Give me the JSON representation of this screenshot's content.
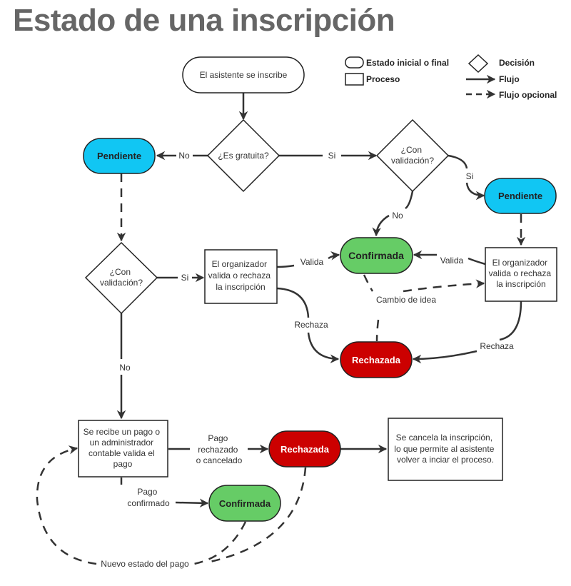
{
  "title": "Estado de una inscripción",
  "colors": {
    "pendiente": "#11c6f3",
    "confirmada": "#66cc66",
    "rechazada": "#cc0000",
    "line": "#333333"
  },
  "legend": {
    "terminal": "Estado inicial o final",
    "process": "Proceso",
    "decision": "Decisión",
    "flow": "Flujo",
    "optional_flow": "Flujo opcional"
  },
  "nodes": {
    "start": "El asistente se inscribe",
    "is_free": "¿Es gratuita?",
    "validation_top": [
      "¿Con",
      "validación?"
    ],
    "pending_left": "Pendiente",
    "pending_right": "Pendiente",
    "validation_left": [
      "¿Con",
      "validación?"
    ],
    "organizer_left": [
      "El organizador",
      "valida o rechaza",
      "la inscripción"
    ],
    "confirmed_top": "Confirmada",
    "organizer_right": [
      "El organizador",
      "valida o rechaza",
      "la inscripción"
    ],
    "rejected_mid": "Rechazada",
    "payment": [
      "Se recibe un pago o",
      "un administrador",
      "contable valida el",
      "pago"
    ],
    "rejected_bottom": "Rechazada",
    "cancel": [
      "Se cancela la inscripción,",
      "lo que permite al asistente",
      "volver a inciar el proceso."
    ],
    "confirmed_bottom": "Confirmada"
  },
  "edges": {
    "no_free": "No",
    "yes_free": "Si",
    "yes_validation_top": "Si",
    "no_validation_top": "No",
    "yes_validation_left": "Si",
    "no_validation_left": "No",
    "valida_left": "Valida",
    "valida_right": "Valida",
    "rechaza_left": "Rechaza",
    "rechaza_right": "Rechaza",
    "cambio_idea": "Cambio de idea",
    "pago_rechazado": [
      "Pago",
      "rechazado",
      "o cancelado"
    ],
    "pago_confirmado": [
      "Pago",
      "confirmado"
    ],
    "nuevo_estado": "Nuevo estado del pago"
  }
}
